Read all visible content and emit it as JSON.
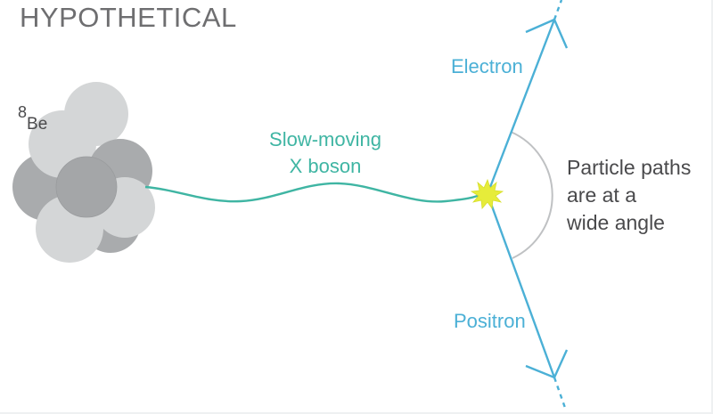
{
  "title": "HYPOTHETICAL",
  "nucleus": {
    "mass_number": "8",
    "symbol": "Be"
  },
  "boson": {
    "line1": "Slow-moving",
    "line2": "X boson"
  },
  "particles": {
    "electron": "Electron",
    "positron": "Positron"
  },
  "annotation": {
    "line1": "Particle paths",
    "line2": "are at a",
    "line3": "wide angle"
  },
  "colors": {
    "title": "#6e6e70",
    "boson": "#3fb5a3",
    "particle": "#4bb0d6",
    "flash": "#e6ec3a",
    "arc": "#bfc1c3",
    "nucleon_light": "#d4d6d7",
    "nucleon_dark": "#a9abad"
  }
}
